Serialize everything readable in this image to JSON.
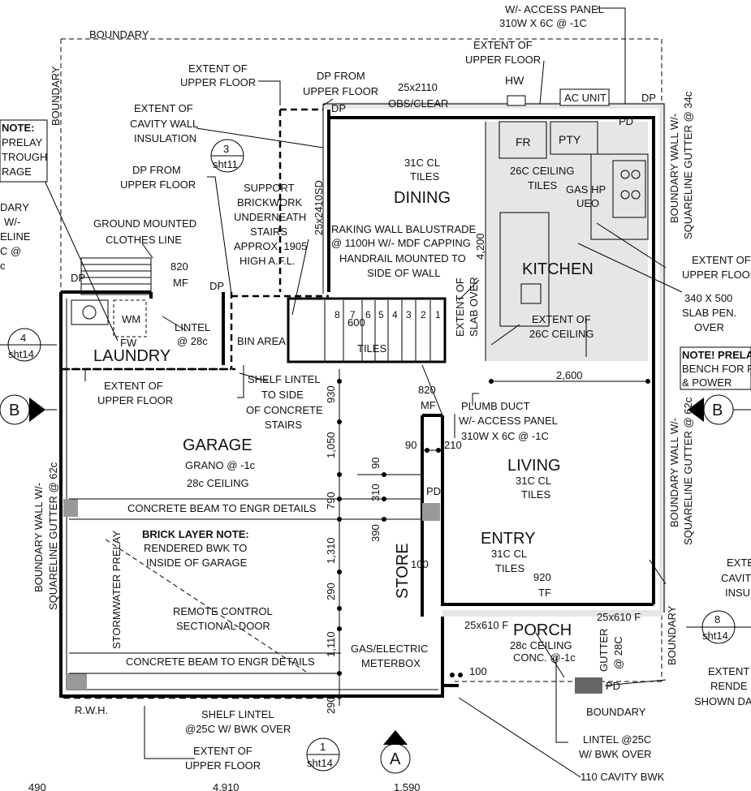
{
  "rooms": {
    "dining": {
      "name": "DINING",
      "finish": "31C CL",
      "finish2": "TILES"
    },
    "kitchen": {
      "name": "KITCHEN",
      "ceiling1": "26C CEILING",
      "ceiling2": "TILES",
      "fr": "FR",
      "pty": "PTY",
      "gashp": "GAS HP",
      "ueo": "UEO"
    },
    "laundry": {
      "name": "LAUNDRY",
      "wm": "WM",
      "fw": "FW"
    },
    "garage": {
      "name": "GARAGE",
      "floor": "GRANO @ -1c",
      "ceiling": "28c CEILING"
    },
    "living": {
      "name": "LIVING",
      "finish": "31C CL",
      "finish2": "TILES"
    },
    "entry": {
      "name": "ENTRY",
      "finish": "31C CL",
      "finish2": "TILES"
    },
    "porch": {
      "name": "PORCH",
      "ceiling": "28c CEILING",
      "conc": "CONC. @-1c"
    },
    "store": {
      "name": "STORE"
    },
    "bin": {
      "name": "BIN AREA"
    }
  },
  "notes": {
    "boundary_top": "BOUNDARY",
    "boundary_bottom": "BOUNDARY",
    "boundary_left": "BOUNDARY",
    "boundary_right_bottom": "BOUNDARY",
    "access_panel_top": "W/- ACCESS PANEL",
    "access_panel_top2": "310W X 6C @ -1C",
    "extent_upper_tr1": "EXTENT OF",
    "extent_upper_tr2": "UPPER FLOOR",
    "hw": "HW",
    "ac_unit": "AC UNIT",
    "dp1": "DP",
    "dp_pd": "PD",
    "extent_upper_tl1": "EXTENT OF",
    "extent_upper_tl2": "UPPER FLOOR",
    "dp_from_upper1": "DP FROM",
    "dp_from_upper2": "UPPER FLOOR",
    "opening_25x2110": "25x2110",
    "opening_obs": "OBS/CLEAR",
    "extent_cavity1": "EXTENT OF",
    "extent_cavity2": "CAVITY WALL",
    "extent_cavity3": "INSULATION",
    "note_prelay1": "NOTE:",
    "note_prelay2": "PRELAY",
    "note_prelay3": "TROUGH",
    "note_prelay4": "RAGE",
    "note_left_a": "DARY",
    "note_left_b": "W/-",
    "note_left_c": "ELINE",
    "note_left_d": "C @",
    "note_left_e": "c",
    "dp_from2_1": "DP FROM",
    "dp_from2_2": "UPPER FLOOR",
    "support1": "SUPPORT",
    "support2": "BRICKWORK",
    "support3": "UNDERNEATH",
    "support4": "STAIRS",
    "support5": "APPROX. 1905",
    "support6": "HIGH A.F.L.",
    "sd_25x2410": "25x2410SD",
    "ground_clothes1": "GROUND MOUNTED",
    "ground_clothes2": "CLOTHES LINE",
    "mf820": "820",
    "mf": "MF",
    "raking1": "RAKING WALL BALUSTRADE",
    "raking2": "@ 1100H W/- MDF CAPPING",
    "raking3": "HANDRAIL MOUNTED TO",
    "raking4": "SIDE OF WALL",
    "extent_slab1": "EXTENT OF",
    "extent_slab2": "SLAB OVER",
    "dim_4200": "4,200",
    "extent_upper_r1": "EXTENT OF",
    "extent_upper_r2": "UPPER FLOOR",
    "slab_pen1": "340 X 500",
    "slab_pen2": "SLAB PEN.",
    "slab_pen3": "OVER",
    "extent_26c1": "EXTENT OF",
    "extent_26c2": "26C CEILING",
    "boundary_wall_r1": "BOUNDARY WALL W/-",
    "boundary_wall_r2": "SQUARELINE GUTTER @ 34c",
    "note_bench1": "NOTE! PRELA",
    "note_bench2": "BENCH FOR P",
    "note_bench3": "& POWER",
    "dim_2600": "2,600",
    "lintel_28c1": "LINTEL",
    "lintel_28c2": "@ 28c",
    "dp2": "DP",
    "dp3": "DP",
    "shelf_lintel1": "SHELF LINTEL",
    "shelf_lintel2": "TO SIDE",
    "shelf_lintel3": "OF CONCRETE",
    "shelf_lintel4": "STAIRS",
    "stair_600": "600",
    "stair_tiles": "TILES",
    "extent_upper_l1": "EXTENT OF",
    "extent_upper_l2": "UPPER FLOOR",
    "dim_930": "930",
    "mf820b": "820",
    "mfb": "MF",
    "plumb1": "PLUMB DUCT",
    "plumb2": "W/- ACCESS PANEL",
    "plumb3": "310W X 6C @ -1C",
    "dim_1050": "1,050",
    "dim_90a": "90",
    "dim_210": "210",
    "dim_90b": "90",
    "dim_310": "310",
    "pd_small": "PD",
    "dim_790": "790",
    "concrete_beam1": "CONCRETE BEAM  TO ENGR DETAILS",
    "brick_note1": "BRICK LAYER NOTE:",
    "brick_note2": "RENDERED BWK TO",
    "brick_note3": "INSIDE OF GARAGE",
    "dim_390": "390",
    "dim_1310": "1,310",
    "stormwater": "STORMWATER PRELAY",
    "dim_100a": "100",
    "dim_290": "290",
    "remote1": "REMOTE CONTROL",
    "remote2": "SECTIONAL DOOR",
    "boundary_wall_l1": "BOUNDARY WALL W/-",
    "boundary_wall_l2": "SQUARELINE GUTTER @ 62c",
    "boundary_wall_r3": "BOUNDARY WALL W/-",
    "boundary_wall_r4": "SQUARELINE GUTTER @ 62c",
    "tf920": "920",
    "tf": "TF",
    "exte1": "EXTE",
    "exte2": "CAVIT",
    "exte3": "INSU",
    "dim_1110": "1,110",
    "gas_meter1": "GAS/ELECTRIC",
    "gas_meter2": "METERBOX",
    "concrete_beam2": "CONCRETE BEAM  TO ENGR DETAILS",
    "opening_25x610a": "25x610 F",
    "opening_25x610b": "25x610 F",
    "gutter1": "GUTTER",
    "gutter2": "@ 28C",
    "dim_100b": "100",
    "extent_render1": "EXTENT",
    "extent_render2": "RENDE",
    "extent_render3": "SHOWN DA",
    "dp4": "DP",
    "rwh": "R.W.H.",
    "shelf_lintel_b1": "SHELF LINTEL",
    "shelf_lintel_b2": "@25C W/ BWK OVER",
    "dim_290b": "290",
    "extent_upper_b1": "EXTENT OF",
    "extent_upper_b2": "UPPER FLOOR",
    "lintel_25c1": "LINTEL @25C",
    "lintel_25c2": "W/ BWK OVER",
    "cavity_bwk": "110 CAVITY BWK",
    "dim_490": "490",
    "dim_4910": "4,910",
    "dim_1590": "1,590"
  },
  "stair_numbers": [
    "8",
    "7",
    "6",
    "5",
    "4",
    "3",
    "2",
    "1"
  ],
  "callouts": {
    "sec_3": {
      "num": "3",
      "sheet": "sht11"
    },
    "sec_4": {
      "num": "4",
      "sheet": "sht14"
    },
    "sec_8": {
      "num": "8",
      "sheet": "sht14"
    },
    "sec_1": {
      "num": "1",
      "sheet": "sht14"
    },
    "sec_b_left": "B",
    "sec_b_right": "B",
    "sec_a": "A"
  }
}
